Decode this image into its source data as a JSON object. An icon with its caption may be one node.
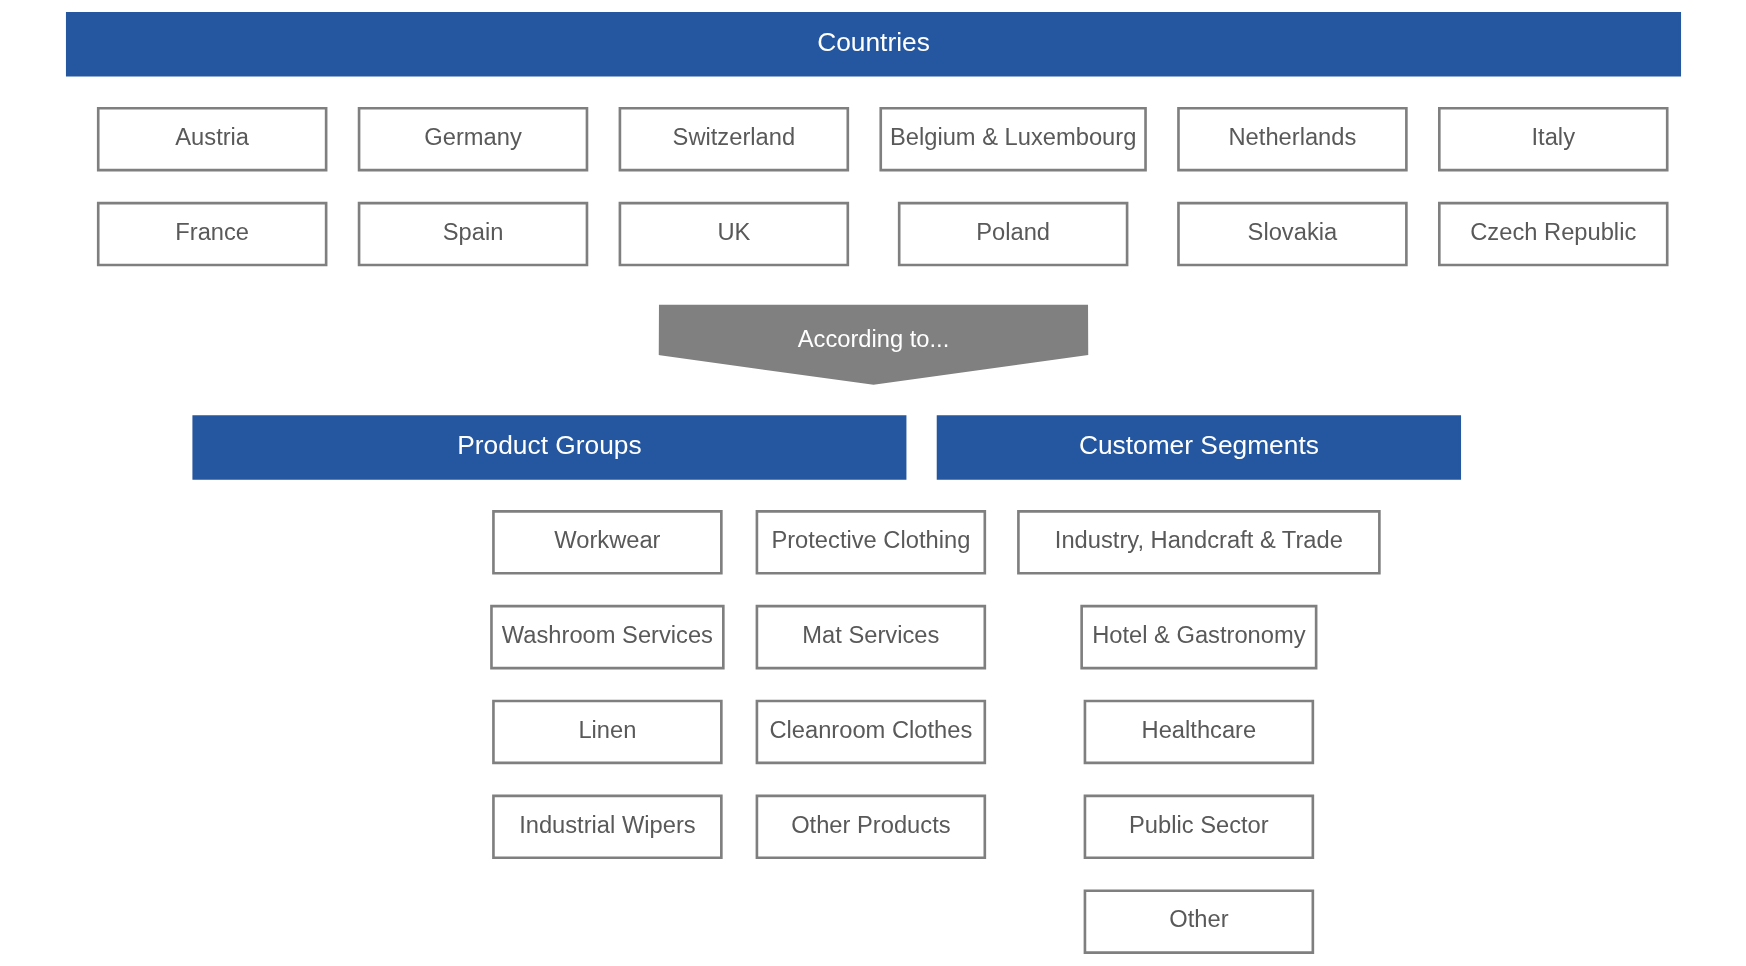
{
  "diagram": {
    "nodes": [
      {
        "text": [
          "Countries"
        ]
      },
      {
        "text": [
          "Austria"
        ]
      },
      {
        "text": [
          "Germany"
        ]
      },
      {
        "text": [
          "Switzerland"
        ]
      },
      {
        "text": [
          "Belgium & Luxembourg"
        ]
      },
      {
        "text": [
          "Netherlands"
        ]
      },
      {
        "text": [
          "Italy"
        ]
      },
      {
        "text": [
          "France"
        ]
      },
      {
        "text": [
          "Spain"
        ]
      },
      {
        "text": [
          "UK"
        ]
      },
      {
        "text": [
          "Poland"
        ]
      },
      {
        "text": [
          "Slovakia"
        ]
      },
      {
        "text": [
          "Czech Republic"
        ]
      },
      {
        "text": [
          "According to..."
        ]
      },
      {
        "text": [
          "Product Groups"
        ]
      },
      {
        "text": [
          "Customer Segments"
        ]
      },
      {
        "text": [
          "Workwear"
        ]
      },
      {
        "text": [
          "Protective Clothing"
        ]
      },
      {
        "text": [
          "Washroom Services"
        ]
      },
      {
        "text": [
          "Mat Services"
        ]
      },
      {
        "text": [
          "Linen"
        ]
      },
      {
        "text": [
          "Cleanroom Clothes"
        ]
      },
      {
        "text": [
          "Industrial Wipers"
        ]
      },
      {
        "text": [
          "Other Products"
        ]
      },
      {
        "text": [
          "Industry, Handcraft & Trade"
        ]
      },
      {
        "text": [
          "Hotel & Gastronomy"
        ]
      },
      {
        "text": [
          "Healthcare"
        ]
      },
      {
        "text": [
          "Public Sector"
        ]
      },
      {
        "text": [
          "Other"
        ]
      }
    ]
  }
}
